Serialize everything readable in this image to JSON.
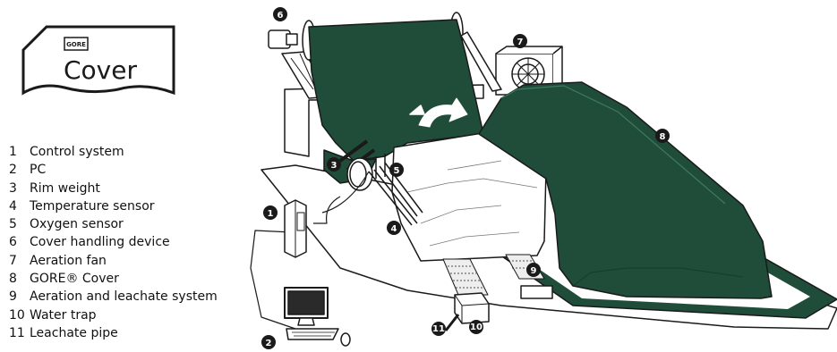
{
  "logo": {
    "badge_text": "GORE",
    "word": "Cover"
  },
  "legend": [
    {
      "num": "1",
      "label": "Control system"
    },
    {
      "num": "2",
      "label": "PC"
    },
    {
      "num": "3",
      "label": "Rim weight"
    },
    {
      "num": "4",
      "label": "Temperature sensor"
    },
    {
      "num": "5",
      "label": "Oxygen sensor"
    },
    {
      "num": "6",
      "label": "Cover handling device"
    },
    {
      "num": "7",
      "label": "Aeration fan"
    },
    {
      "num": "8",
      "label": "GORE® Cover"
    },
    {
      "num": "9",
      "label": "Aeration and leachate system"
    },
    {
      "num": "10",
      "label": "Water trap"
    },
    {
      "num": "11",
      "label": "Leachate pipe"
    }
  ],
  "callouts": [
    "1",
    "2",
    "3",
    "4",
    "5",
    "6",
    "7",
    "8",
    "9",
    "10",
    "11"
  ],
  "colors": {
    "cover": "#1f4d3a",
    "cover_dark": "#163a2b",
    "outline": "#1a1a1a",
    "pad": "#ffffff"
  },
  "icons": {
    "logo": "gore-cover-logo",
    "arrow": "curved-arrow-icon",
    "pc": "desktop-pc-icon",
    "fan": "aeration-fan-icon"
  }
}
